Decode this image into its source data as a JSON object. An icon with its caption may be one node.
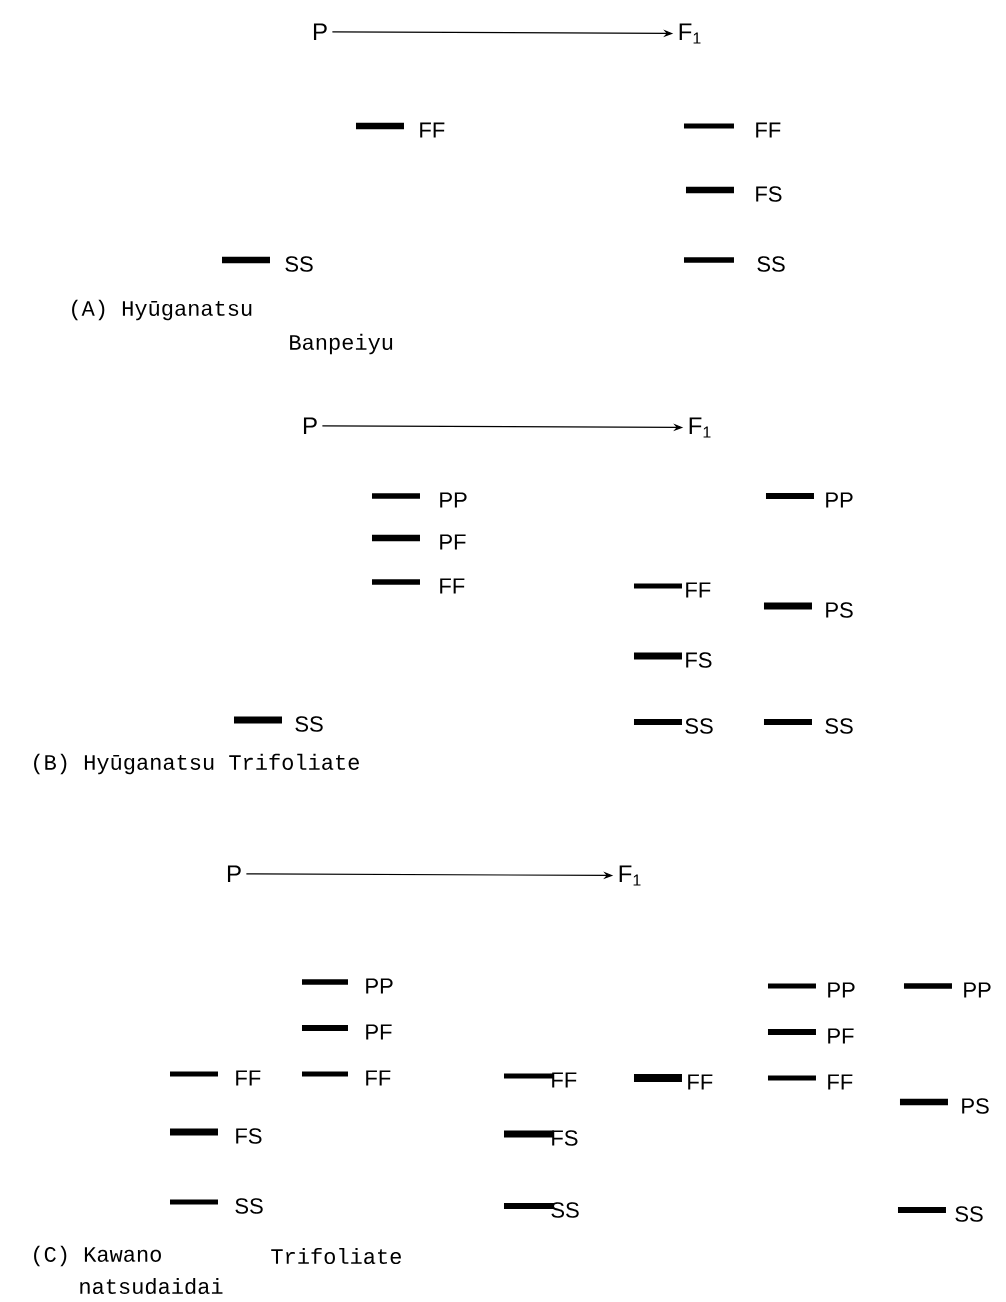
{
  "diagram": {
    "nodes": [
      {
        "text": [
          "P"
        ]
      },
      {
        "text": [
          "F$_{1}$"
        ]
      },
      {
        "text": [
          "P"
        ]
      },
      {
        "text": [
          "F$_{1}$"
        ]
      },
      {
        "text": [
          "P"
        ]
      },
      {
        "text": [
          "F$_{1}$"
        ]
      }
    ],
    "edges": [
      {
        "from": 0,
        "to": 1,
        "arrow": "to"
      },
      {
        "from": 2,
        "to": 3,
        "arrow": "to"
      },
      {
        "from": 4,
        "to": 5,
        "arrow": "to"
      }
    ],
    "labels": [
      "FF",
      "FF",
      "FS",
      "SS",
      "SS",
      "(A) Hyūganatsu",
      "Banpeiyu",
      "PP",
      "PP",
      "PF",
      "FF",
      "FF",
      "PS",
      "FS",
      "SS",
      "SS",
      "SS",
      "(B) Hyūganatsu Trifoliate",
      "PP",
      "PP",
      "PP",
      "PF",
      "PF",
      "FF",
      "FF",
      "FF",
      "FF",
      "FF",
      "PS",
      "FS",
      "FS",
      "SS",
      "SS",
      "SS",
      "(C) Kawano",
      "Trifoliate",
      "natsudaidai"
    ]
  }
}
